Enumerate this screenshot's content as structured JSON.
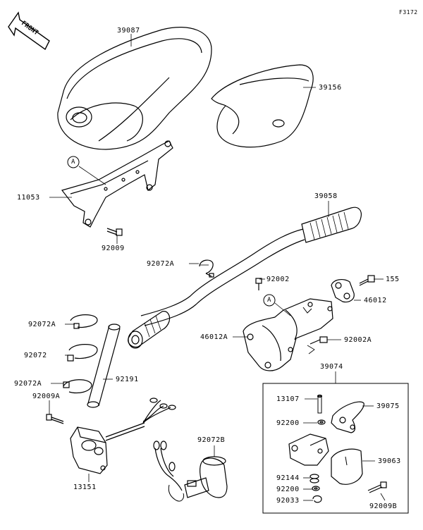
{
  "diagram": {
    "figure_code": "F3172",
    "front_label": "FRONT",
    "callout_letter": "A",
    "parts": {
      "p39087": "39087",
      "p39156": "39156",
      "p11053": "11053",
      "p92009": "92009",
      "p39058": "39058",
      "p92072A_top": "92072A",
      "p92002": "92002",
      "p155": "155",
      "p46012": "46012",
      "p46012A": "46012A",
      "p92002A": "92002A",
      "p92072A_mid": "92072A",
      "p92072": "92072",
      "p92072A_low": "92072A",
      "p92191": "92191",
      "p92009A": "92009A",
      "p39074": "39074",
      "p13107": "13107",
      "p39075": "39075",
      "p92200_a": "92200",
      "p39063": "39063",
      "p92072B": "92072B",
      "p92144": "92144",
      "p92200_b": "92200",
      "p92033": "92033",
      "p13151": "13151",
      "p92009B": "92009B"
    }
  }
}
